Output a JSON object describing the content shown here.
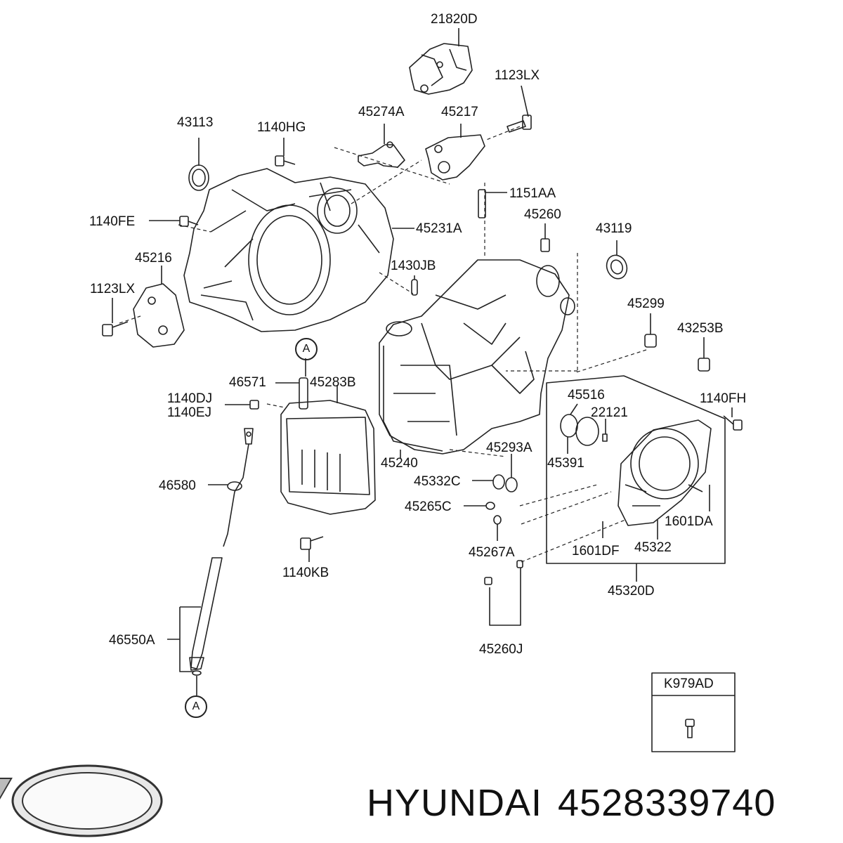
{
  "parts": {
    "p21820D": "21820D",
    "p1123LX_top": "1123LX",
    "p45274A": "45274A",
    "p45217": "45217",
    "p43113": "43113",
    "p1140HG": "1140HG",
    "p1151AA": "1151AA",
    "p45260": "45260",
    "p43119": "43119",
    "p1140FE": "1140FE",
    "p45231A": "45231A",
    "p45216": "45216",
    "p1430JB": "1430JB",
    "p1123LX_left": "1123LX",
    "p45299": "45299",
    "p43253B": "43253B",
    "p46571": "46571",
    "p45283B": "45283B",
    "p45516": "45516",
    "p1140DJ": "1140DJ",
    "p1140EJ": "1140EJ",
    "p22121": "22121",
    "p1140FH": "1140FH",
    "p45293A": "45293A",
    "p45391": "45391",
    "p45240": "45240",
    "p46580": "46580",
    "p45332C": "45332C",
    "p45265C": "45265C",
    "p1601DA": "1601DA",
    "p45322": "45322",
    "p1601DF": "1601DF",
    "p45267A": "45267A",
    "p1140KB": "1140KB",
    "p45320D": "45320D",
    "p46550A": "46550A",
    "p45260J": "45260J",
    "pK979AD": "K979AD"
  },
  "refs": {
    "top": "A",
    "bottom": "A"
  },
  "brand": {
    "name": "HYUNDAI",
    "part_number": "4528339740"
  }
}
